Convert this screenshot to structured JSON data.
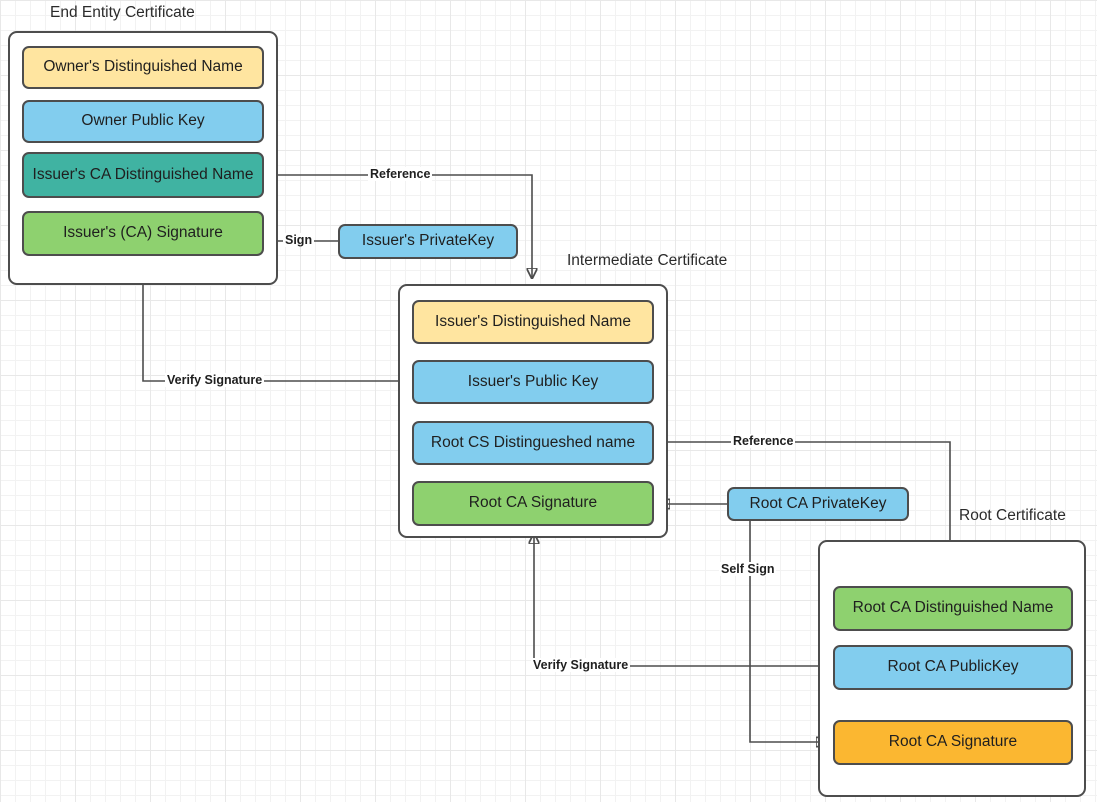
{
  "diagram": {
    "title_hidden": "X.509 Certificate Chain of Trust",
    "colors": {
      "yellow": "#ffe5a0",
      "blue": "#82cdee",
      "teal": "#40b3a2",
      "green": "#8ed16f",
      "orange": "#fbb731",
      "border": "#4d4d4d",
      "grid_minor": "#f2f2f2",
      "grid_major": "#e8e8e8",
      "background": "#ffffff"
    }
  },
  "certificates": [
    {
      "id": "end-entity",
      "title": "End Entity Certificate",
      "fields": [
        {
          "label": "Owner's Distinguished Name",
          "color": "yellow"
        },
        {
          "label": "Owner Public  Key",
          "color": "blue"
        },
        {
          "label": "Issuer's CA Distinguished Name",
          "color": "teal"
        },
        {
          "label": "Issuer's (CA) Signature",
          "color": "green"
        }
      ]
    },
    {
      "id": "intermediate",
      "title": "Intermediate Certificate",
      "fields": [
        {
          "label": "Issuer's Distinguished Name",
          "color": "yellow"
        },
        {
          "label": "Issuer's Public  Key",
          "color": "blue"
        },
        {
          "label": "Root CS Distingueshed name",
          "color": "blue"
        },
        {
          "label": "Root CA Signature",
          "color": "green"
        }
      ]
    },
    {
      "id": "root",
      "title": "Root Certificate",
      "fields": [
        {
          "label": "Root CA Distinguished Name",
          "color": "green"
        },
        {
          "label": "Root CA PublicKey",
          "color": "blue"
        },
        {
          "label": "Root CA Signature",
          "color": "orange"
        }
      ]
    }
  ],
  "keys": [
    {
      "id": "issuer-private-key",
      "label": "Issuer's PrivateKey",
      "color": "blue"
    },
    {
      "id": "root-ca-private-key",
      "label": "Root CA PrivateKey",
      "color": "blue"
    }
  ],
  "edges": [
    {
      "id": "reference-end-to-intermediate",
      "label": "Reference"
    },
    {
      "id": "sign-end-entity",
      "label": "Sign"
    },
    {
      "id": "verify-signature-end-entity",
      "label": "Verify Signature"
    },
    {
      "id": "reference-intermediate-to-root",
      "label": "Reference"
    },
    {
      "id": "self-sign-root",
      "label": "Self Sign"
    },
    {
      "id": "verify-signature-intermediate",
      "label": "Verify Signature"
    }
  ]
}
